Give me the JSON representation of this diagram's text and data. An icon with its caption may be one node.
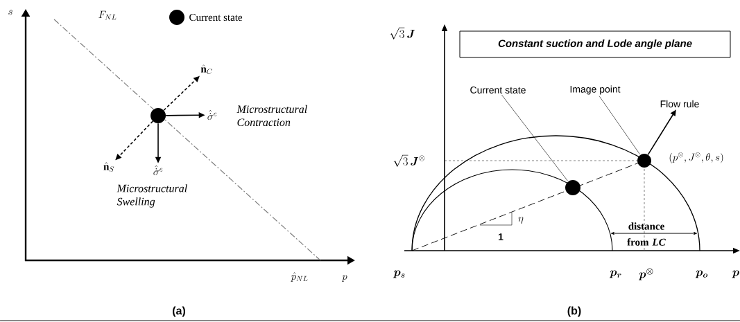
{
  "diagram": {
    "nodes": [
      {
        "text": [],
        "shape": "circle"
      },
      {
        "text": [
          "\\hat{\\mathbf{n}}_C"
        ]
      },
      {
        "text": [
          "\\hat{\\dot{\\sigma}}^e"
        ],
        "beside": [
          "Microstructural Contraction"
        ]
      },
      {
        "text": [
          "\\hat{\\dot{\\sigma}}^e"
        ],
        "beside": [
          "Microstructural Swelling"
        ]
      },
      {
        "text": [
          "\\hat{\\mathbf{n}}_S"
        ]
      },
      {
        "text": [
          "Constant suction and Lode angle plane"
        ]
      },
      {
        "text": [
          "Current state"
        ]
      },
      {
        "text": [],
        "shape": "circle"
      },
      {
        "text": [
          "Image point"
        ]
      },
      {
        "text": [],
        "shape": "circle"
      },
      {
        "text": [
          "Flow rule"
        ]
      }
    ],
    "edges": [
      {
        "from": 0,
        "to": 1,
        "arrow": "to",
        "style": "dashed"
      },
      {
        "from": 0,
        "to": 2,
        "arrow": "to"
      },
      {
        "from": 0,
        "to": 3,
        "arrow": "to"
      },
      {
        "from": 0,
        "to": 4,
        "arrow": "to",
        "style": "dashed"
      },
      {
        "from": 6,
        "to": 7,
        "arrow": "none"
      },
      {
        "from": 8,
        "to": 9,
        "arrow": "none"
      },
      {
        "from": 9,
        "to": 10,
        "arrow": "to"
      }
    ],
    "labels": [
      "s",
      "F_{NL}",
      "\\hat{p}_{NL}",
      "p",
      "(a)",
      "\\sqrt{3}\\,\\boldsymbol{J}",
      "\\sqrt{3}\\,\\boldsymbol{J}^{\\otimes}",
      "\\left(p^{\\otimes}, J^{\\otimes}, \\theta, s\\right)",
      "\\eta",
      "1",
      "distance from *LC*",
      "\\boldsymbol{p_s}",
      "\\boldsymbol{p_r}",
      "\\boldsymbol{p^{\\otimes}}",
      "\\boldsymbol{p_o}",
      "\\boldsymbol{p}",
      "(b)"
    ],
    "legend": [
      {
        "text": "Current state"
      }
    ]
  }
}
